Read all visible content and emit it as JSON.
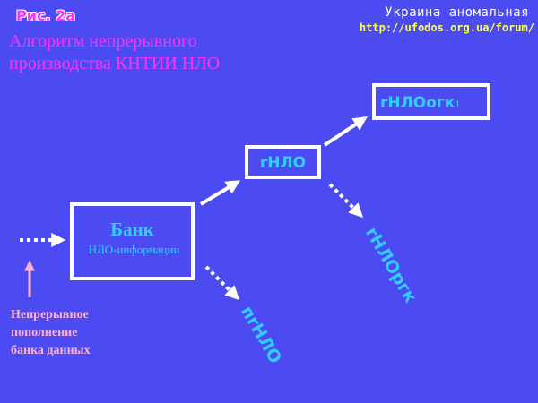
{
  "figure_label": "Рис. 2а",
  "title_line1": "Алгоритм непрерывного",
  "title_line2": "производства КНТИИ НЛО",
  "site_name": "Украина аномальная",
  "site_url": "http://ufodos.org.ua/forum/",
  "bank_title": "Банк",
  "bank_subtitle": "НЛО-информации",
  "node_rnlo": "rНЛО",
  "node_rnlo_ogk": "rНЛОогк",
  "node_rnlo_ogk_sub": "1",
  "label_rnlo_rgk": "rНЛОргк",
  "label_pr_nlo": "пrНЛО",
  "note_line1": "Непрерывное",
  "note_line2": "пополнение",
  "note_line3": "банка данных",
  "colors": {
    "background": "#4b4bf1",
    "title": "#ff33ff",
    "node_text": "#33ccff",
    "url": "#ffff66",
    "note": "#ffb0d8"
  }
}
